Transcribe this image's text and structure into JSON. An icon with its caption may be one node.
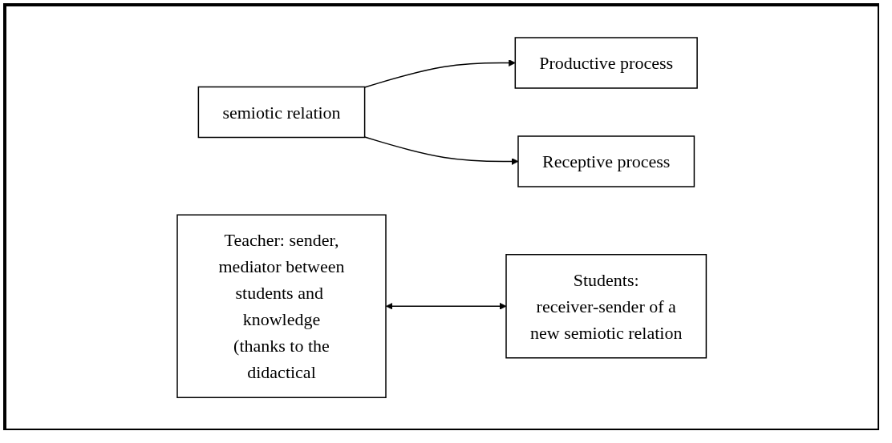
{
  "diagram": {
    "nodes": [
      {
        "text": [
          "semiotic relation"
        ]
      },
      {
        "text": [
          "Productive process"
        ]
      },
      {
        "text": [
          "Receptive process"
        ]
      },
      {
        "text": [
          "Teacher: sender, mediator between students and knowledge (thanks to the didactical"
        ]
      },
      {
        "text": [
          "Students: receiver-sender of a new semiotic relation"
        ]
      }
    ],
    "edges": [
      {
        "from": 0,
        "to": 1,
        "arrow": "to"
      },
      {
        "from": 0,
        "to": 2,
        "arrow": "to"
      },
      {
        "from": 3,
        "to": 4,
        "arrow": "both"
      }
    ]
  }
}
